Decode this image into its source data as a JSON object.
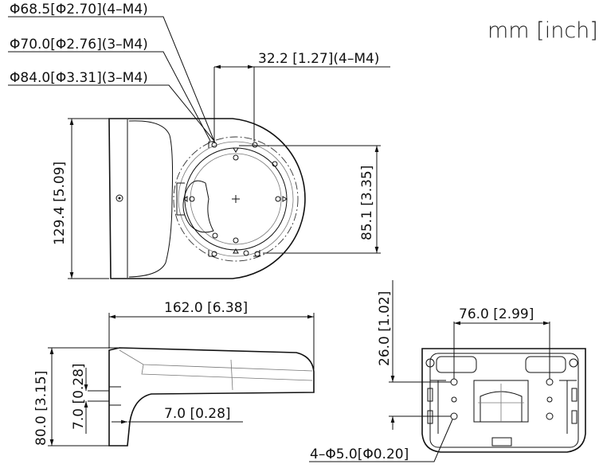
{
  "units": "mm [inch]",
  "top_view": {
    "callouts": {
      "hole_d68": "Φ68.5[Φ2.70](4–M4)",
      "hole_d70": "Φ70.0[Φ2.76](3–M4)",
      "hole_d84": "Φ84.0[Φ3.31](3–M4)",
      "spacing_32": "32.2 [1.27](4–M4)"
    },
    "height_dim": "129.4 [5.09]",
    "circle_dim": "85.1 [3.35]"
  },
  "side_view": {
    "length_dim": "162.0 [6.38]",
    "height_dim": "80.0 [3.15]",
    "thickness_v": "7.0 [0.28]",
    "thickness_h": "7.0 [0.28]"
  },
  "back_view": {
    "width_dim": "76.0 [2.99]",
    "height_dim": "26.0 [1.02]",
    "holes_dim": "4–Φ5.0[Φ0.20]"
  }
}
